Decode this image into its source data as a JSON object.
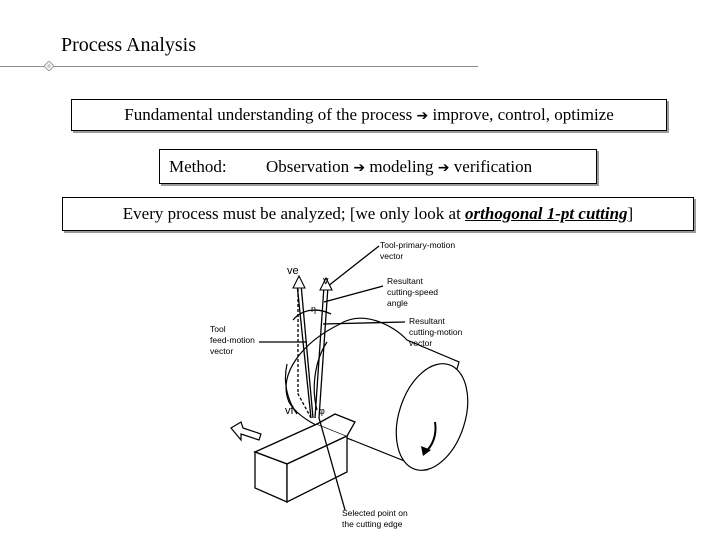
{
  "slide": {
    "title": "Process Analysis",
    "box1": {
      "before": "Fundamental understanding of the process",
      "after": "improve, control, optimize"
    },
    "box2": {
      "method": "Method:",
      "step1": "Observation",
      "step2": "modeling",
      "step3": "verification"
    },
    "box3": {
      "before": "Every process must be analyzed; [we only look at",
      "emph": "orthogonal 1-pt cutting",
      "after": "]"
    },
    "arrow_glyph": "➔"
  },
  "figure": {
    "label_ve": "ve",
    "label_v": "v",
    "label_vf": "vf",
    "label_eta": "η",
    "label_phi": "φ",
    "tool_primary_1": "Tool-primary-motion",
    "tool_primary_2": "vector",
    "resultant_speed_1": "Resultant",
    "resultant_speed_2": "cutting-speed",
    "resultant_speed_3": "angle",
    "resultant_motion_1": "Resultant",
    "resultant_motion_2": "cutting-motion",
    "resultant_motion_3": "vector",
    "tool_feed_1": "Tool",
    "tool_feed_2": "feed-motion",
    "tool_feed_3": "vector",
    "selected_1": "Selected point on",
    "selected_2": "the cutting edge"
  }
}
